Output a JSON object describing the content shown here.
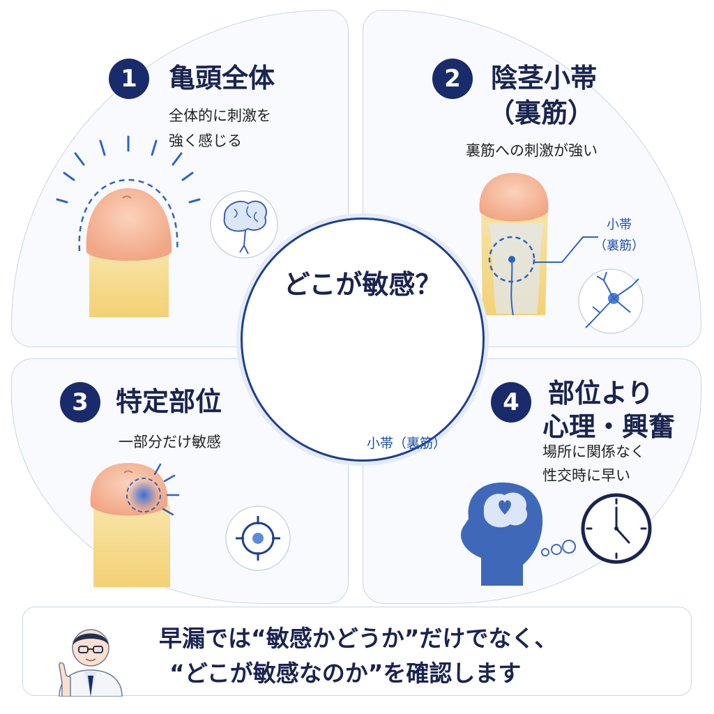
{
  "center": {
    "question": "どこが敏感？",
    "label": "小帯（裏筋）"
  },
  "panels": [
    {
      "number": "1",
      "title_lines": [
        "亀頭全体"
      ],
      "desc_lines": [
        "全体的に刺激を",
        "強く感じる"
      ],
      "icons": [
        "brain-nerve-icon"
      ]
    },
    {
      "number": "2",
      "title_lines": [
        "陰茎小帯",
        "（裏筋）"
      ],
      "desc_lines": [
        "裏筋への刺激が強い"
      ],
      "callout_lines": [
        "小帯",
        "（裏筋）"
      ],
      "icons": [
        "nerve-cell-icon"
      ]
    },
    {
      "number": "3",
      "title_lines": [
        "特定部位"
      ],
      "desc_lines": [
        "一部分だけ敏感"
      ],
      "icons": [
        "target-icon"
      ]
    },
    {
      "number": "4",
      "title_lines": [
        "部位より",
        "心理・興奮"
      ],
      "desc_lines": [
        "場所に関係なく",
        "性交時に早い"
      ],
      "icons": [
        "head-heart-icon",
        "clock-icon"
      ]
    }
  ],
  "footer": {
    "line1": "早漏では“敏感かどうか”だけでなく、",
    "line2": "“どこが敏感なのか”を確認します",
    "icons": [
      "doctor-icon"
    ]
  },
  "colors": {
    "navy": "#1a2b6b",
    "accent_blue": "#1e4fa8",
    "skin": "#f4b69a",
    "shaft": "#f6dc8a",
    "panel_bg": "#f8fafd"
  }
}
